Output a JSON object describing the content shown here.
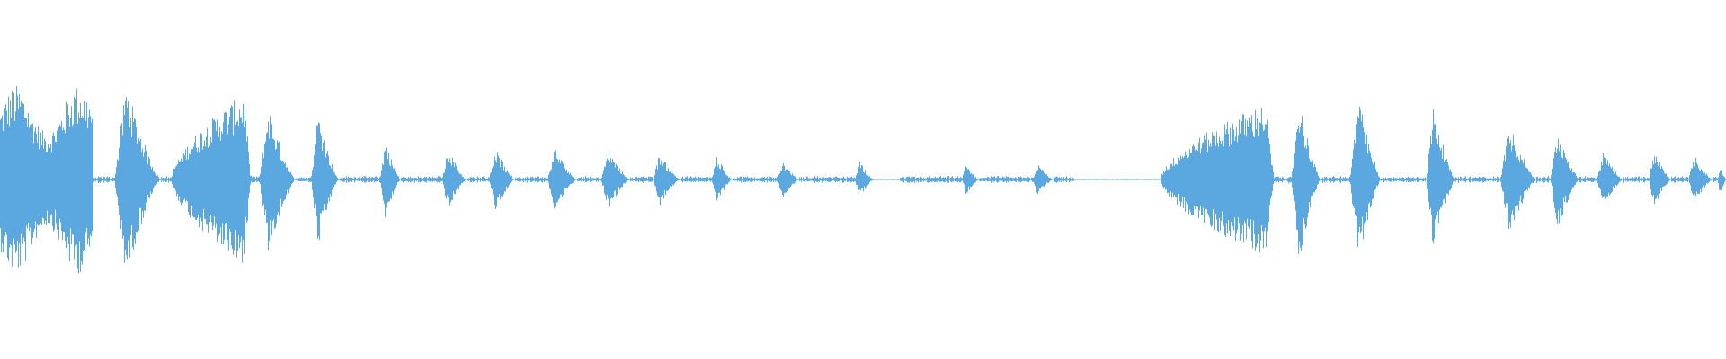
{
  "waveform": {
    "color": "#5BA8E0",
    "background": "#FFFFFF",
    "duration_samples": 1920,
    "segments": [
      {
        "start": 0.0,
        "end": 0.054,
        "amp": 0.7,
        "shape": "burst"
      },
      {
        "start": 0.066,
        "end": 0.093,
        "amp": 0.72,
        "shape": "peak"
      },
      {
        "start": 0.099,
        "end": 0.145,
        "amp": 0.68,
        "shape": "ramp"
      },
      {
        "start": 0.15,
        "end": 0.171,
        "amp": 0.55,
        "shape": "peak"
      },
      {
        "start": 0.18,
        "end": 0.196,
        "amp": 0.52,
        "shape": "peak"
      },
      {
        "start": 0.22,
        "end": 0.232,
        "amp": 0.3,
        "shape": "peak"
      },
      {
        "start": 0.256,
        "end": 0.27,
        "amp": 0.24,
        "shape": "peak"
      },
      {
        "start": 0.283,
        "end": 0.298,
        "amp": 0.24,
        "shape": "peak"
      },
      {
        "start": 0.317,
        "end": 0.334,
        "amp": 0.24,
        "shape": "peak"
      },
      {
        "start": 0.348,
        "end": 0.365,
        "amp": 0.22,
        "shape": "peak"
      },
      {
        "start": 0.378,
        "end": 0.394,
        "amp": 0.2,
        "shape": "peak"
      },
      {
        "start": 0.412,
        "end": 0.424,
        "amp": 0.18,
        "shape": "peak"
      },
      {
        "start": 0.45,
        "end": 0.463,
        "amp": 0.14,
        "shape": "peak"
      },
      {
        "start": 0.495,
        "end": 0.506,
        "amp": 0.14,
        "shape": "peak"
      },
      {
        "start": 0.557,
        "end": 0.567,
        "amp": 0.12,
        "shape": "peak"
      },
      {
        "start": 0.598,
        "end": 0.61,
        "amp": 0.13,
        "shape": "peak"
      },
      {
        "start": 0.672,
        "end": 0.738,
        "amp": 0.6,
        "shape": "ramp"
      },
      {
        "start": 0.748,
        "end": 0.765,
        "amp": 0.62,
        "shape": "peak"
      },
      {
        "start": 0.782,
        "end": 0.8,
        "amp": 0.64,
        "shape": "peak"
      },
      {
        "start": 0.826,
        "end": 0.843,
        "amp": 0.55,
        "shape": "peak"
      },
      {
        "start": 0.869,
        "end": 0.89,
        "amp": 0.42,
        "shape": "peak"
      },
      {
        "start": 0.898,
        "end": 0.915,
        "amp": 0.38,
        "shape": "peak"
      },
      {
        "start": 0.925,
        "end": 0.94,
        "amp": 0.22,
        "shape": "peak"
      },
      {
        "start": 0.955,
        "end": 0.968,
        "amp": 0.22,
        "shape": "peak"
      },
      {
        "start": 0.978,
        "end": 0.992,
        "amp": 0.18,
        "shape": "peak"
      },
      {
        "start": 0.995,
        "end": 1.0,
        "amp": 0.12,
        "shape": "peak"
      }
    ],
    "noise_floor": 0.02,
    "silent_regions": [
      {
        "start": 0.505,
        "end": 0.521
      },
      {
        "start": 0.622,
        "end": 0.672
      }
    ]
  }
}
